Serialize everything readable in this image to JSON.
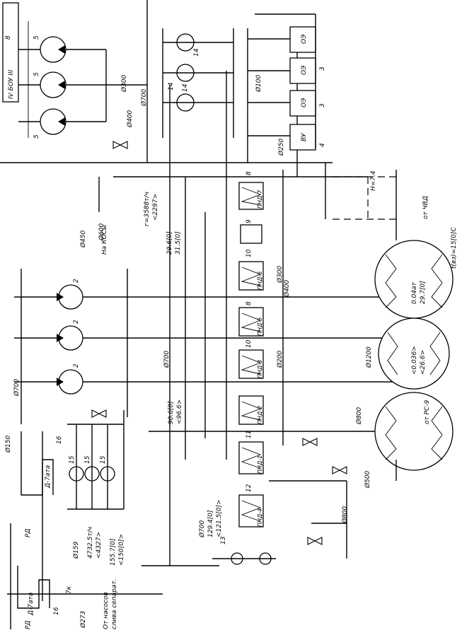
{
  "pipes": {
    "p700_left": "Ø700",
    "p700_mid": "Ø700",
    "p700_low": "Ø700",
    "p700_bottom": "Ø700",
    "p300": "Ø300",
    "p400_top": "Ø400",
    "p400_right": "Ø400",
    "p1200": "Ø1200",
    "p800_a": "Ø800",
    "p800_b": "Ø800",
    "p500": "Ø500",
    "p600": "Ø600",
    "p300_b": "Ø300",
    "p200": "Ø200",
    "p150": "Ø150",
    "p159": "Ø159",
    "p273": "Ø273",
    "p450": "Ø450",
    "p100": "Ø100",
    "p250": "Ø250"
  },
  "labels": {
    "tank_name": "IV БОУ III",
    "deaerator_top": "Д-7ата",
    "deaerator_bottom": "Д-7ата",
    "to_kos": "На КОСы",
    "from_heating": "От насосов",
    "from_heating2": "слива сепарат.",
    "flow_1": "г=3588т/ч",
    "flow_2": "<2297>",
    "flow_3": "4732.5т/ч",
    "flow_4": "<4327>",
    "temp_1": "29.6[0]",
    "temp_2": "31.5[0]",
    "temp_3": "90.6[0]",
    "temp_4": "<96.6>",
    "temp_5": "129.4[0]",
    "temp_6": "<121.5[0]>",
    "temp_7": "155.7[0]",
    "temp_8": "<150[0]>",
    "turbine_1": "0.04ат",
    "turbine_1b": "29.7[0]",
    "turbine_2": "<0.036>",
    "turbine_2b": "<26.6>",
    "from_cvd": "от ЧВД",
    "outlet": "t(вз)=15[0]С",
    "from_rs": "от РС-9",
    "h_label": "H=7.4"
  },
  "equipment": {
    "heaters": [
      "ПНД-1",
      "ПНД-2",
      "ПНД-3",
      "ПНД-4",
      "ПНД-5",
      "ПНД-6",
      "ПНД-7"
    ],
    "filters": [
      "ОЭ",
      "ОЭ",
      "ОЭ",
      "ВУ"
    ],
    "numbers": [
      "8",
      "5",
      "5",
      "5",
      "14",
      "14",
      "14",
      "3",
      "3",
      "4",
      "2",
      "2",
      "2",
      "9",
      "10",
      "8",
      "10",
      "8",
      "11",
      "12",
      "13",
      "15",
      "15",
      "15",
      "16",
      "16",
      "7к",
      "РД",
      "РД"
    ]
  }
}
